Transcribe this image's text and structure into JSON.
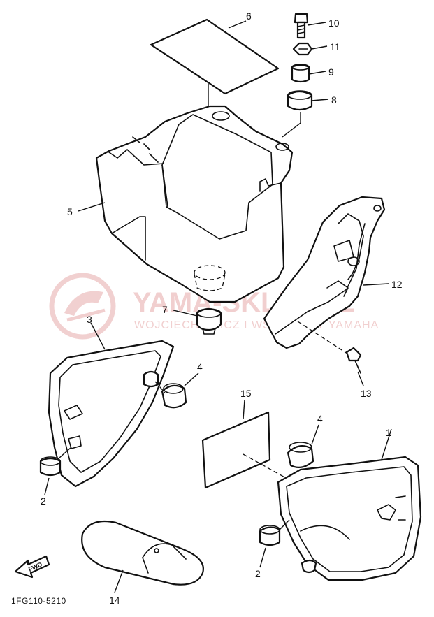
{
  "diagram": {
    "callouts": {
      "p1": "1",
      "p2a": "2",
      "p2b": "2",
      "p3": "3",
      "p4a": "4",
      "p4b": "4",
      "p5": "5",
      "p6": "6",
      "p7": "7",
      "p8": "8",
      "p9": "9",
      "p10": "10",
      "p11": "11",
      "p12": "12",
      "p13": "13",
      "p14": "14",
      "p15": "15"
    },
    "figure_code": "1FG110-5210",
    "direction_label": "FWD"
  },
  "watermark": {
    "title": "YAMA-SKLEP.PL",
    "subtitle": "WOJCIECHOWICZ I WSPÓLNICY YAMAHA",
    "color": "#e6a9a9"
  }
}
